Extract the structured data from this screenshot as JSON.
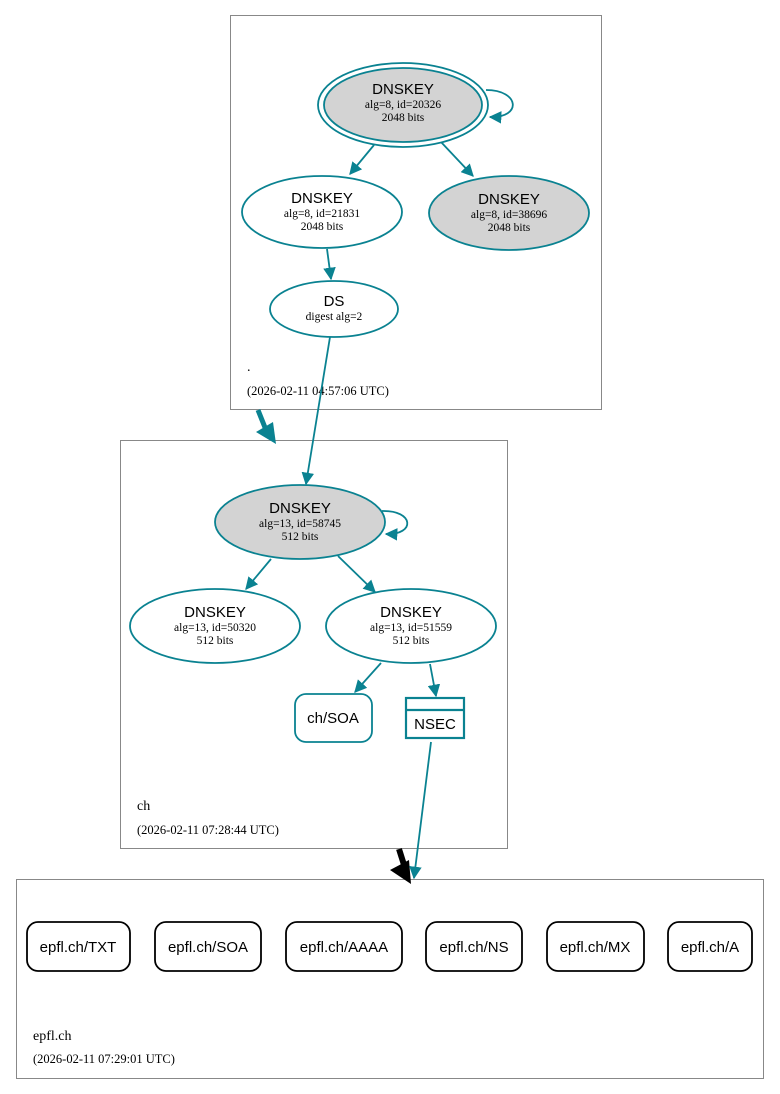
{
  "colors": {
    "edge": "#0a8291",
    "secure_entry_fill": "#d3d3d3",
    "delegation_insecure": "#000000"
  },
  "zones": {
    "root": {
      "name": ".",
      "timestamp": "(2026-02-11 04:57:06 UTC)",
      "ksk": {
        "type": "DNSKEY",
        "params": "alg=8, id=20326",
        "bits": "2048 bits"
      },
      "zsk": {
        "type": "DNSKEY",
        "params": "alg=8, id=21831",
        "bits": "2048 bits"
      },
      "standby": {
        "type": "DNSKEY",
        "params": "alg=8, id=38696",
        "bits": "2048 bits"
      },
      "ds": {
        "type": "DS",
        "params": "digest alg=2"
      }
    },
    "ch": {
      "name": "ch",
      "timestamp": "(2026-02-11 07:28:44 UTC)",
      "ksk": {
        "type": "DNSKEY",
        "params": "alg=13, id=58745",
        "bits": "512 bits"
      },
      "zsk1": {
        "type": "DNSKEY",
        "params": "alg=13, id=50320",
        "bits": "512 bits"
      },
      "zsk2": {
        "type": "DNSKEY",
        "params": "alg=13, id=51559",
        "bits": "512 bits"
      },
      "soa": "ch/SOA",
      "nsec": "NSEC"
    },
    "epfl": {
      "name": "epfl.ch",
      "timestamp": "(2026-02-11 07:29:01 UTC)",
      "records": [
        "epfl.ch/TXT",
        "epfl.ch/SOA",
        "epfl.ch/AAAA",
        "epfl.ch/NS",
        "epfl.ch/MX",
        "epfl.ch/A"
      ]
    }
  }
}
